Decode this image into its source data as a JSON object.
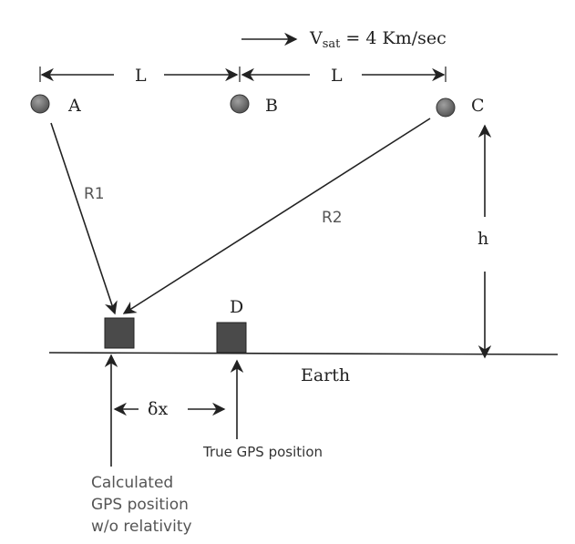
{
  "velocity": {
    "prefix": "V",
    "sub": "sat",
    "suffix": " = 4 Km/sec"
  },
  "spacing_label_left": "L",
  "spacing_label_right": "L",
  "satellites": {
    "a": "A",
    "b": "B",
    "c": "C"
  },
  "ranges": {
    "r1": "R1",
    "r2": "R2"
  },
  "altitude_label": "h",
  "point_d": "D",
  "ground_label": "Earth",
  "offset_label": "δx",
  "true_position_label": "True GPS position",
  "calculated_label": [
    "Calculated",
    "GPS position",
    "w/o relativity"
  ],
  "colors": {
    "ink": "#222222",
    "satellite_fill": "#6b6b6b",
    "receiver_fill": "#4a4a4a"
  }
}
